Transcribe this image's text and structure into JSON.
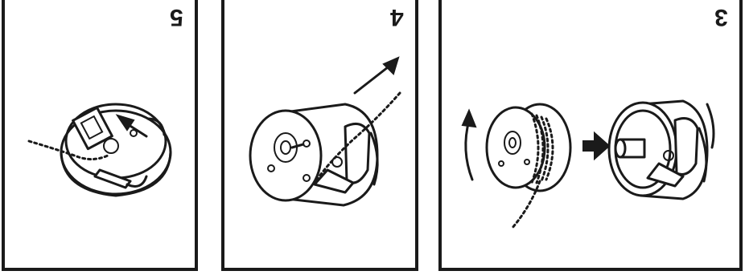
{
  "steps": [
    {
      "number": "5"
    },
    {
      "number": "4"
    },
    {
      "number": "3"
    }
  ]
}
